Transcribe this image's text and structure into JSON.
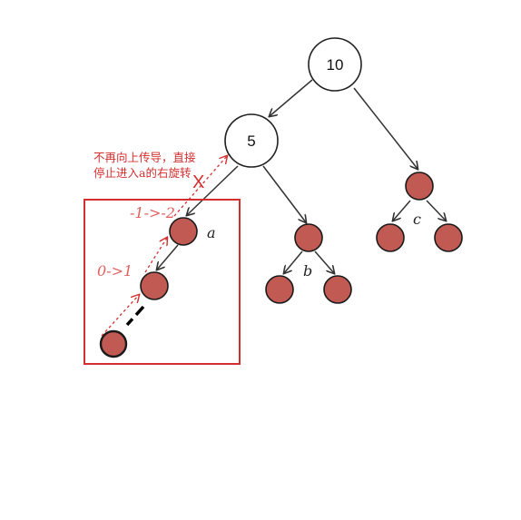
{
  "tree": {
    "root_label": "10",
    "left_child_label": "5",
    "subtree_labels": {
      "a": "a",
      "b": "b",
      "c": "c"
    }
  },
  "annotations": {
    "note_line1": "不再向上传导，直接",
    "note_line2": "停止进入a的右旋转",
    "cross_mark": "X",
    "balance_a": "-1->-2",
    "balance_child": "0->1"
  },
  "colors": {
    "node_fill": "#c05a52",
    "node_stroke": "#1a1a1a",
    "edge": "#333333",
    "highlight_red": "#d32f2f"
  }
}
